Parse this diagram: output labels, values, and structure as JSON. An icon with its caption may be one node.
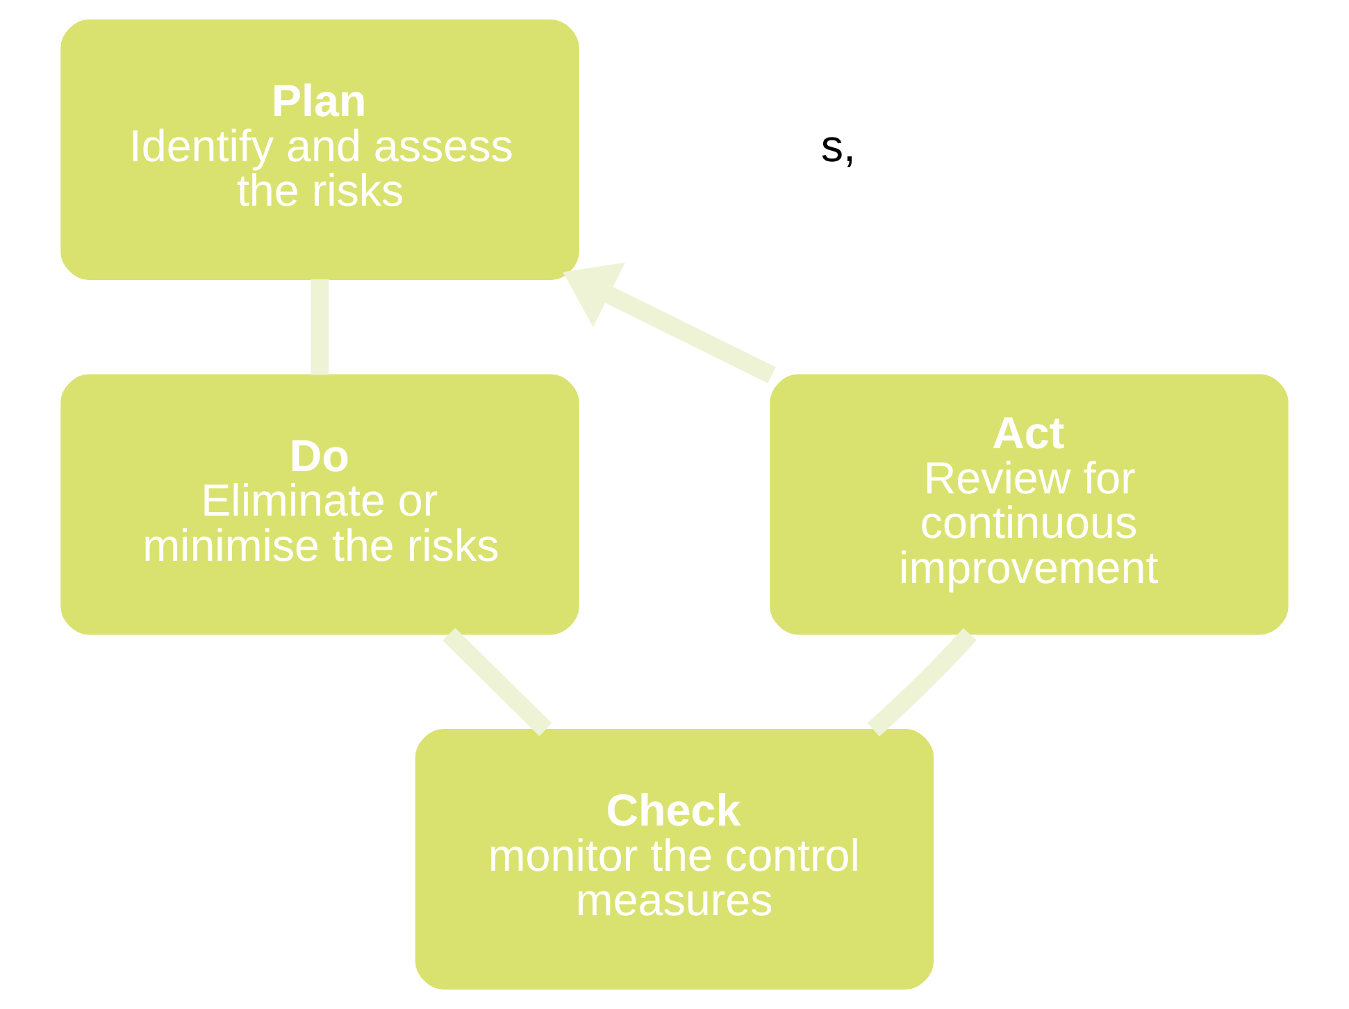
{
  "diagram": {
    "nodes": [
      {
        "text": [
          "Plan",
          "Identify and assess the risks"
        ]
      },
      {
        "text": [
          "Act",
          "Review for continuous improvement"
        ]
      },
      {
        "text": [
          "Do",
          "Eliminate or minimise the risks"
        ]
      },
      {
        "text": [
          "Check",
          "monitor the control measures"
        ]
      }
    ],
    "edges": [
      {
        "from": 0,
        "to": 2,
        "arrow": "none"
      },
      {
        "from": 2,
        "to": 3,
        "arrow": "none"
      },
      {
        "from": 3,
        "to": 1,
        "arrow": "none"
      },
      {
        "from": 1,
        "to": 0,
        "arrow": "to"
      }
    ],
    "labels": [
      "s,"
    ]
  }
}
